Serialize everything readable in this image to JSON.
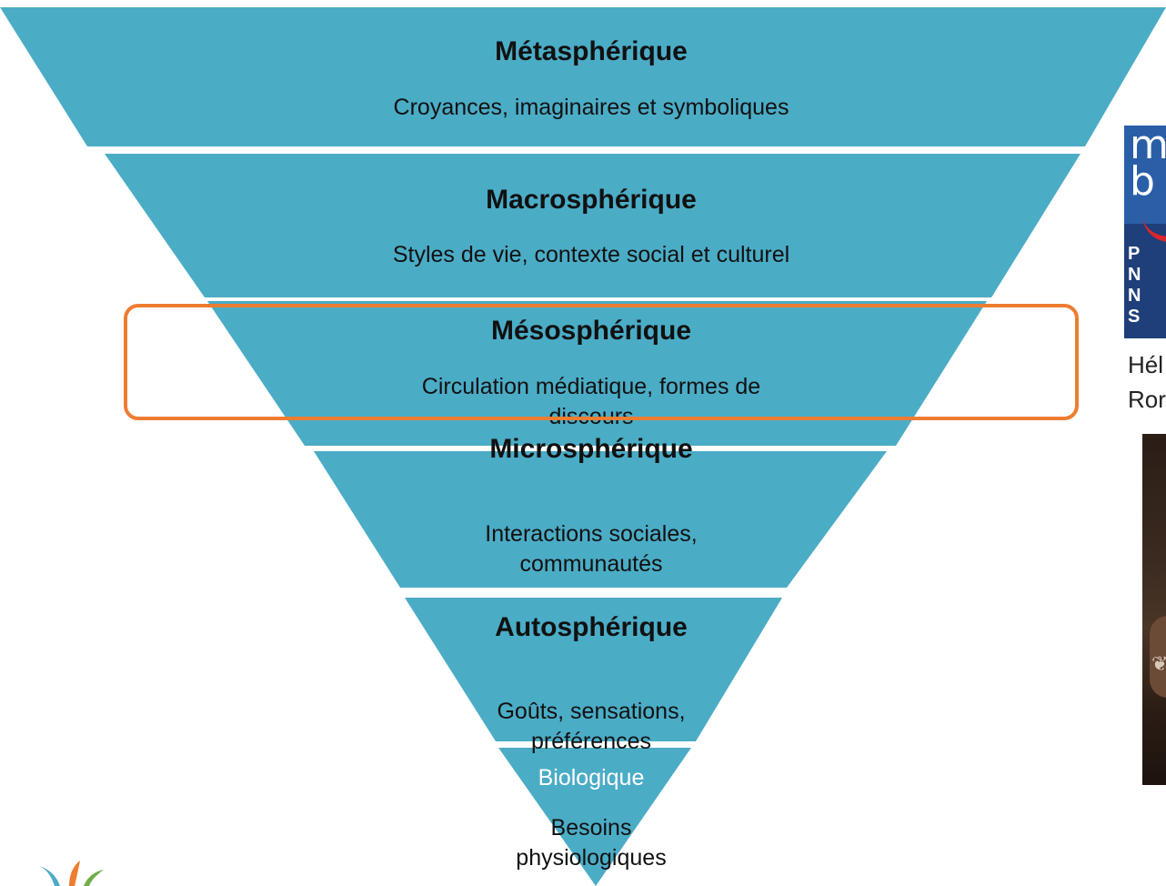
{
  "colors": {
    "tier_fill": "#4BACC6",
    "highlight": "#ED7D31",
    "text": "#111111",
    "bio_title": "#FFFFFF"
  },
  "tiers": [
    {
      "title": "Métasphérique",
      "desc": "Croyances, imaginaires et symboliques"
    },
    {
      "title": "Macrosphérique",
      "desc": "Styles de vie, contexte social et culturel"
    },
    {
      "title": "Mésosphérique",
      "desc": "Circulation médiatique, formes de\ndiscours"
    },
    {
      "title": "Microsphérique",
      "desc": "Interactions sociales,\ncommunautés"
    },
    {
      "title": "Autosphérique",
      "desc": "Goûts, sensations,\npréférences"
    },
    {
      "title": "Biologique",
      "desc": "Besoins\nphysiologiques"
    }
  ],
  "highlighted_tier": "Mésosphérique",
  "side": {
    "logo_mark": "m\nb",
    "logo_letters": "P\nN\nN\nS",
    "author": "Hél\nRor"
  }
}
